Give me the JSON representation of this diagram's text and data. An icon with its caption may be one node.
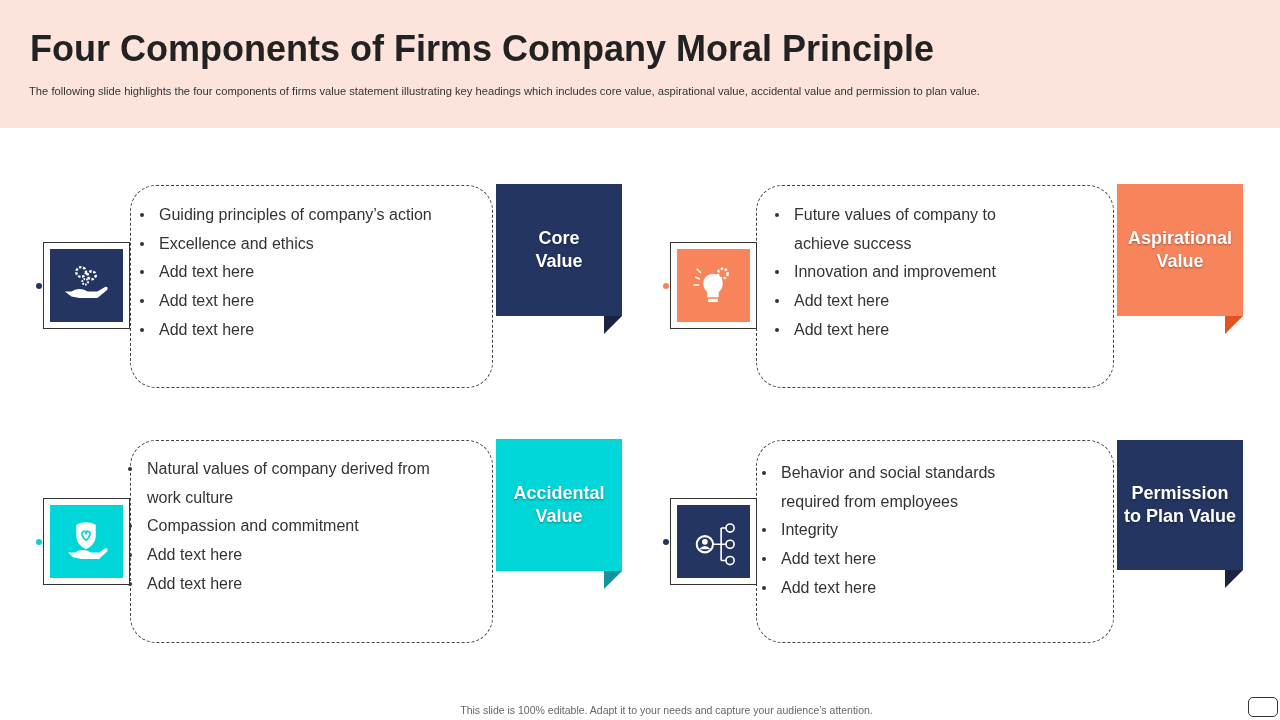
{
  "diagram": {
    "title": "Four Components of Firms Company Moral Principle",
    "nodes": [
      {
        "text": [
          "Guiding principles of company’s action",
          "Excellence and ethics",
          "Add text here",
          "Add text here",
          "Add text here"
        ]
      },
      {
        "text": [
          "Core Value"
        ]
      },
      {
        "text": [
          "Future values of company to achieve success",
          "Innovation  and improvement",
          "Add text here",
          "Add text here"
        ]
      },
      {
        "text": [
          "Aspirational Value"
        ]
      },
      {
        "text": [
          "Natural values of company derived from work culture",
          "Compassion and commitment",
          "Add text here",
          "Add text here"
        ]
      },
      {
        "text": [
          "Accidental Value"
        ]
      },
      {
        "text": [
          "Behavior and social standards required from employees",
          "Integrity",
          "Add text here",
          "Add text here"
        ]
      },
      {
        "text": [
          "Permission to Plan Value"
        ]
      }
    ],
    "edges": [],
    "labels": [
      "The following slide highlights the four components of firms value statement illustrating key headings which includes core value, aspirational value, accidental value and permission to plan value.",
      "This slide is 100% editable.  Adapt it to your needs and capture your audience’s attention."
    ]
  }
}
